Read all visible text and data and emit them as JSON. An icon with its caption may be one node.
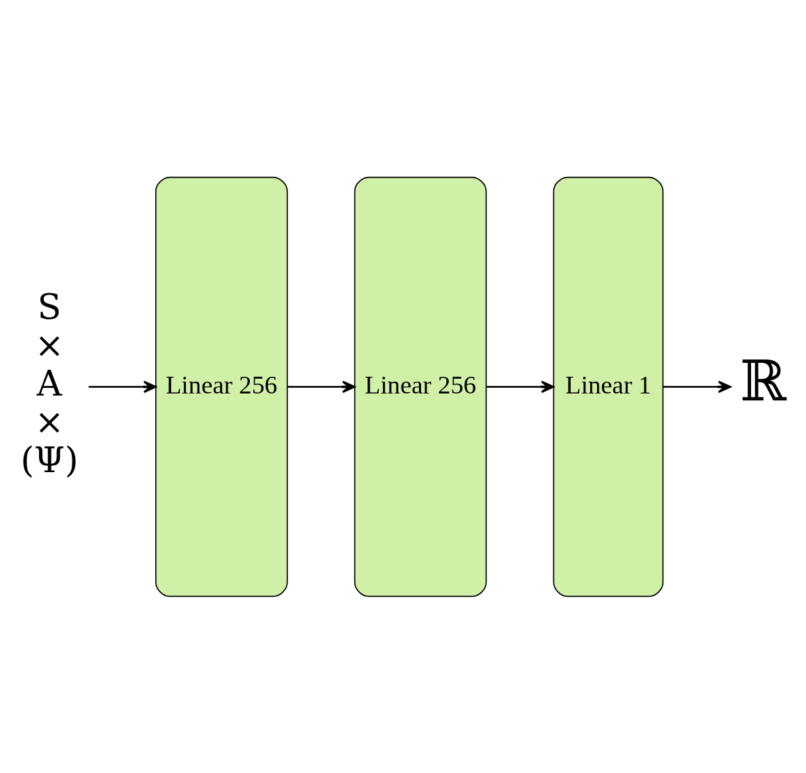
{
  "diagram": {
    "nodes": [
      {
        "text": [
          "S × A × (Ψ)"
        ]
      },
      {
        "text": [
          "Linear 256"
        ]
      },
      {
        "text": [
          "Linear 256"
        ]
      },
      {
        "text": [
          "Linear 1"
        ]
      },
      {
        "text": [
          "ℝ"
        ]
      }
    ],
    "edges": [
      {
        "from": 0,
        "to": 1,
        "arrow": "to"
      },
      {
        "from": 1,
        "to": 2,
        "arrow": "to"
      },
      {
        "from": 2,
        "to": 3,
        "arrow": "to"
      },
      {
        "from": 3,
        "to": 4,
        "arrow": "to"
      }
    ]
  }
}
